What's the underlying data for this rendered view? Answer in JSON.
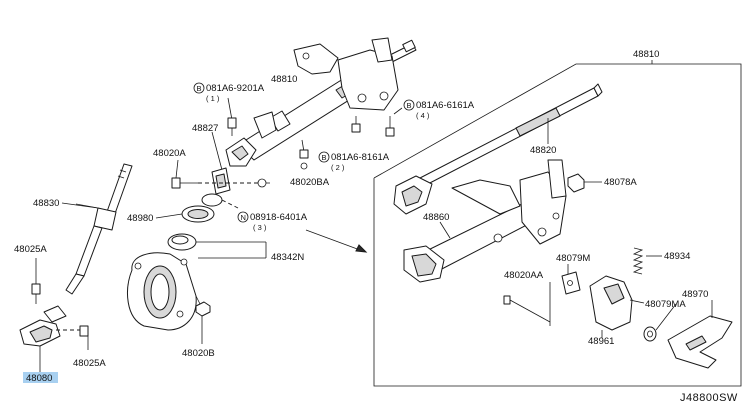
{
  "labels": {
    "p48810_top": "48810",
    "p48810_mid": "48810",
    "p081A6_9201A": "081A6-9201A",
    "p081A6_9201A_qty": "( 1 )",
    "p081A6_6161A_r": "081A6-6161A",
    "p081A6_6161A_r_qty": "( 4 )",
    "p48827": "48827",
    "p48020A": "48020A",
    "p081A6_8161A": "081A6-8161A",
    "p081A6_8161A_qty": "( 2 )",
    "p48020BA": "48020BA",
    "p48820": "48820",
    "p48078A": "48078A",
    "p48830": "48830",
    "p48980": "48980",
    "p08918_6401A": "08918-6401A",
    "p08918_6401A_qty": "( 3 )",
    "p48860": "48860",
    "p48342N": "48342N",
    "p48025A_top": "48025A",
    "p48079M": "48079M",
    "p48934": "48934",
    "p48020AA": "48020AA",
    "p48970": "48970",
    "p48079MA": "48079MA",
    "p48961": "48961",
    "p48020B": "48020B",
    "p48025A_bot": "48025A",
    "p48080": "48080",
    "b_marker": "B",
    "n_marker": "N",
    "diagram_code": "J48800SW"
  },
  "colors": {
    "highlight": "#a8d0f0",
    "ink": "#1a1a1a"
  }
}
